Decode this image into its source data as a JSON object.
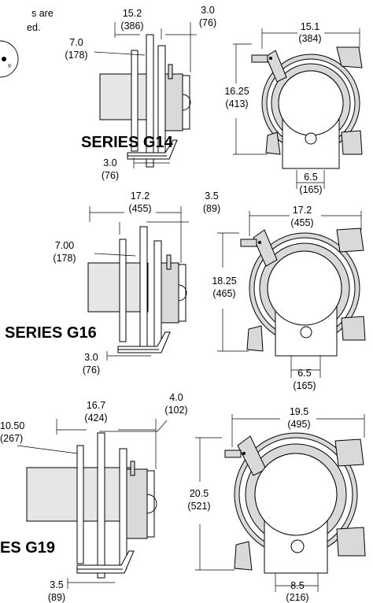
{
  "note": {
    "line1": "s are",
    "line2": "ed."
  },
  "g14": {
    "title": "SERIES G14",
    "side_width": {
      "in": "15.2",
      "mm": "(386)"
    },
    "side_offset": {
      "in": "3.0",
      "mm": "(76)"
    },
    "side_flange": {
      "in": "7.0",
      "mm": "(178)"
    },
    "side_base": {
      "in": "3.0",
      "mm": "(76)"
    },
    "front_width": {
      "in": "15.1",
      "mm": "(384)"
    },
    "front_height": {
      "in": "16.25",
      "mm": "(413)"
    },
    "front_base": {
      "in": "6.5",
      "mm": "(165)"
    }
  },
  "g16": {
    "title": "SERIES G16",
    "side_width": {
      "in": "17.2",
      "mm": "(455)"
    },
    "side_offset": {
      "in": "3.5",
      "mm": "(89)"
    },
    "side_flange": {
      "in": "7.00",
      "mm": "(178)"
    },
    "side_base": {
      "in": "3.0",
      "mm": "(76)"
    },
    "front_width": {
      "in": "17.2",
      "mm": "(455)"
    },
    "front_height": {
      "in": "18.25",
      "mm": "(465)"
    },
    "front_base": {
      "in": "6.5",
      "mm": "(165)"
    }
  },
  "g19": {
    "title": "ES G19",
    "side_width": {
      "in": "16.7",
      "mm": "(424)"
    },
    "side_offset": {
      "in": "4.0",
      "mm": "(102)"
    },
    "side_flange": {
      "in": "10.50",
      "mm": "(267)"
    },
    "side_base": {
      "in": "3.5",
      "mm": "(89)"
    },
    "front_width": {
      "in": "19.5",
      "mm": "(495)"
    },
    "front_height": {
      "in": "20.5",
      "mm": "(521)"
    },
    "front_base": {
      "in": "8.5",
      "mm": "(216)"
    }
  }
}
